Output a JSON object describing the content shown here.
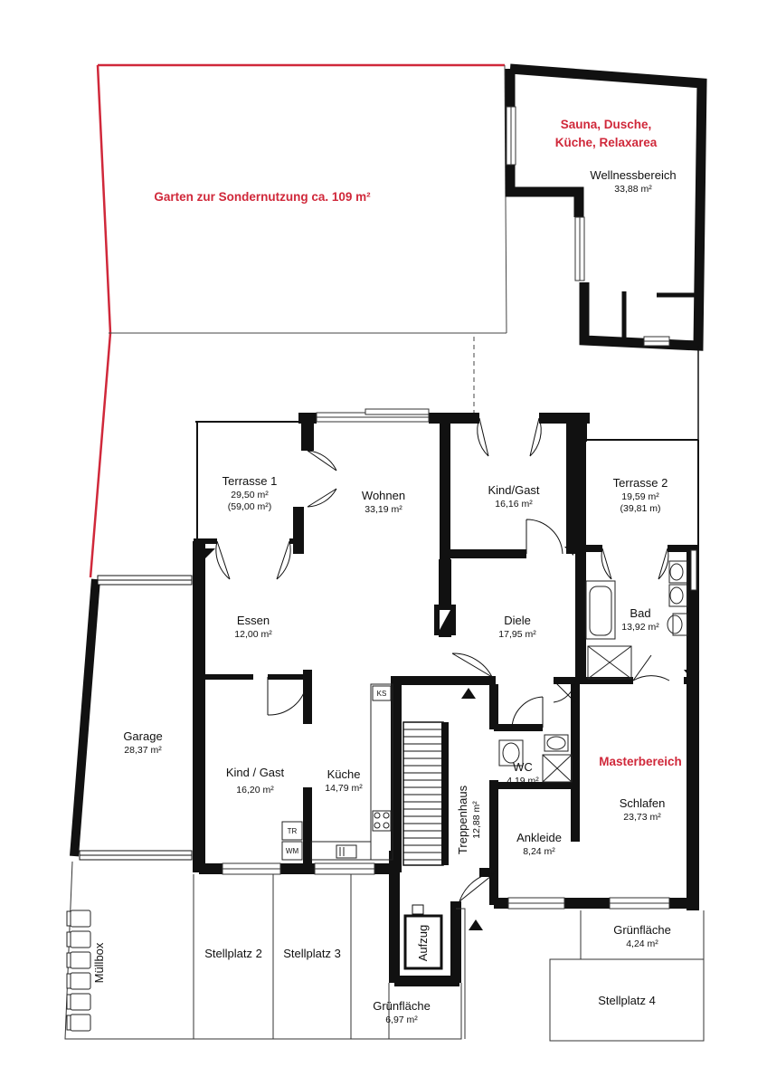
{
  "garden": {
    "label": "Garten zur Sondernutzung ca. 109 m²"
  },
  "wellness": {
    "note_line1": "Sauna, Dusche,",
    "note_line2": "Küche, Relaxarea",
    "name": "Wellnessbereich",
    "area": "33,88 m²"
  },
  "rooms": {
    "terrasse1": {
      "name": "Terrasse 1",
      "area": "29,50 m²",
      "area_alt": "(59,00 m²)"
    },
    "wohnen": {
      "name": "Wohnen",
      "area": "33,19 m²"
    },
    "kind_gast_top": {
      "name": "Kind/Gast",
      "area": "16,16 m²"
    },
    "terrasse2": {
      "name": "Terrasse 2",
      "area": "19,59 m²",
      "area_alt": "(39,81 m)"
    },
    "essen": {
      "name": "Essen",
      "area": "12,00 m²"
    },
    "diele": {
      "name": "Diele",
      "area": "17,95 m²"
    },
    "bad": {
      "name": "Bad",
      "area": "13,92 m²"
    },
    "garage": {
      "name": "Garage",
      "area": "28,37 m²"
    },
    "kind_gast_bottom": {
      "name": "Kind / Gast",
      "area": "16,20 m²"
    },
    "kueche": {
      "name": "Küche",
      "area": "14,79 m²"
    },
    "wc": {
      "name": "WC",
      "area": "4,19 m²"
    },
    "master": {
      "name": "Masterbereich"
    },
    "schlafen": {
      "name": "Schlafen",
      "area": "23,73 m²"
    },
    "ankleide": {
      "name": "Ankleide",
      "area": "8,24 m²"
    },
    "treppenhaus": {
      "name": "Treppenhaus",
      "area": "12,88 m²"
    },
    "gruen_right": {
      "name": "Grünfläche",
      "area": "4,24 m²"
    },
    "gruen_bottom": {
      "name": "Grünfläche",
      "area": "6,97 m²"
    },
    "stellplatz2": {
      "name": "Stellplatz 2"
    },
    "stellplatz3": {
      "name": "Stellplatz 3"
    },
    "stellplatz4": {
      "name": "Stellplatz 4"
    },
    "muellbox": {
      "name": "Müllbox"
    },
    "aufzug": {
      "name": "Aufzug"
    }
  },
  "appliances": {
    "ks": "KS",
    "tr": "TR",
    "wm": "WM"
  },
  "colors": {
    "accent_red": "#d0283a",
    "wall": "#111111"
  }
}
